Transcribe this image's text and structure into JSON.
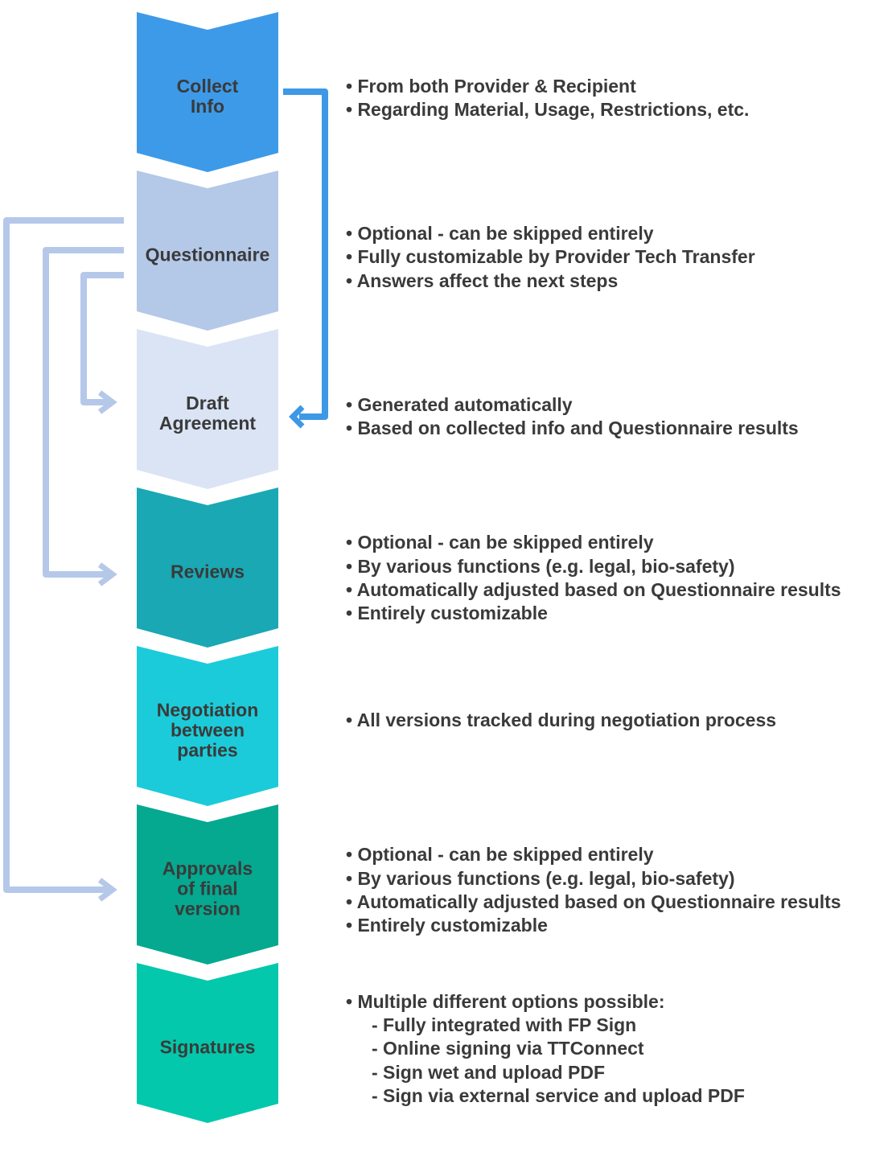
{
  "colors": {
    "connector_dark": "#3d98e6",
    "connector_light": "#b5c8e9",
    "text": "#3a3a3a"
  },
  "steps": [
    {
      "id": "collect-info",
      "label_lines": [
        "Collect",
        "Info"
      ],
      "color": "#3d9ae8",
      "description": [
        "• From both Provider & Recipient",
        "• Regarding Material, Usage, Restrictions, etc."
      ]
    },
    {
      "id": "questionnaire",
      "label_lines": [
        "Questionnaire"
      ],
      "color": "#b4c8e8",
      "description": [
        "• Optional - can be skipped entirely",
        "• Fully customizable by Provider Tech Transfer",
        "• Answers affect the next steps"
      ]
    },
    {
      "id": "draft-agreement",
      "label_lines": [
        "Draft",
        "Agreement"
      ],
      "color": "#dae4f5",
      "description": [
        "• Generated automatically",
        "• Based on collected info and Questionnaire results"
      ]
    },
    {
      "id": "reviews",
      "label_lines": [
        "Reviews"
      ],
      "color": "#19a8b4",
      "description": [
        "• Optional - can be skipped entirely",
        "• By various functions (e.g. legal, bio-safety)",
        "• Automatically adjusted based on Questionnaire results",
        "• Entirely customizable"
      ]
    },
    {
      "id": "negotiation",
      "label_lines": [
        "Negotiation",
        "between",
        "parties"
      ],
      "color": "#1ccbd9",
      "description": [
        "• All versions tracked during negotiation process"
      ]
    },
    {
      "id": "approvals",
      "label_lines": [
        "Approvals",
        "of final",
        "version"
      ],
      "color": "#04a990",
      "description": [
        "• Optional - can be skipped entirely",
        "• By various functions (e.g. legal, bio-safety)",
        "• Automatically adjusted based on Questionnaire results",
        "• Entirely customizable"
      ]
    },
    {
      "id": "signatures",
      "label_lines": [
        "Signatures"
      ],
      "color": "#04c8ab",
      "description": [
        "• Multiple different options possible:",
        "     - Fully integrated with FP Sign",
        "     - Online signing via TTConnect",
        "     - Sign wet and upload PDF",
        "     - Sign via external service and upload PDF"
      ]
    }
  ],
  "connectors": [
    {
      "name": "connector-collect-to-draft",
      "from": "collect-info",
      "to": "draft-agreement",
      "style": "connector_dark"
    },
    {
      "name": "connector-questionnaire-to-draft",
      "from": "questionnaire",
      "to": "draft-agreement",
      "style": "connector_light"
    },
    {
      "name": "connector-questionnaire-to-reviews",
      "from": "questionnaire",
      "to": "reviews",
      "style": "connector_light"
    },
    {
      "name": "connector-questionnaire-to-approvals",
      "from": "questionnaire",
      "to": "approvals",
      "style": "connector_light"
    }
  ]
}
